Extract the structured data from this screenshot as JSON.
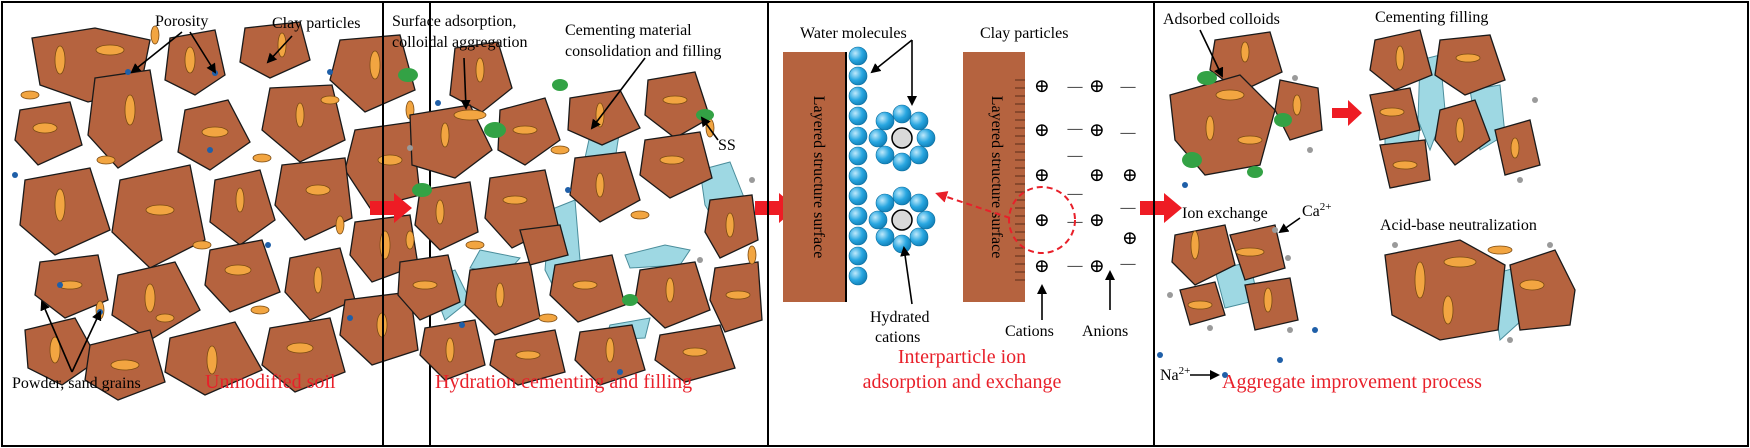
{
  "colors": {
    "clay": "#b5633f",
    "grain": "#f2a541",
    "gel": "#9ed8e3",
    "colloid": "#33a245",
    "water": "#29a7e1",
    "label_red": "#e8202a",
    "arrow_red": "#ee1c24"
  },
  "panels": {
    "unmodified": {
      "title": "Unmodified soil",
      "porosity": "Porosity",
      "clay": "Clay particles",
      "powder": "Powder, sand grains"
    },
    "hydration": {
      "title": "Hydration cementing and filling",
      "surface1": "Surface adsorption,",
      "surface2": "colloidal aggregation",
      "cement1": "Cementing material",
      "cement2": "consolidation and filling",
      "ss": "SS"
    },
    "ion": {
      "title1": "Interparticle ion",
      "title2": "adsorption and exchange",
      "water": "Water molecules",
      "clay": "Clay particles",
      "layer_left": "Layered structure surface",
      "layer_right": "Layered structure surface",
      "hydrated1": "Hydrated",
      "hydrated2": "cations",
      "cations": "Cations",
      "anions": "Anions",
      "plus": "⊕",
      "minus": "—"
    },
    "aggregate": {
      "title": "Aggregate improvement process",
      "adsorbed": "Adsorbed colloids",
      "cementing": "Cementing filling",
      "ion_exchange": "Ion exchange",
      "ca": "Ca",
      "na": "Na",
      "charge": "2+",
      "acid": "Acid-base neutralization"
    }
  }
}
